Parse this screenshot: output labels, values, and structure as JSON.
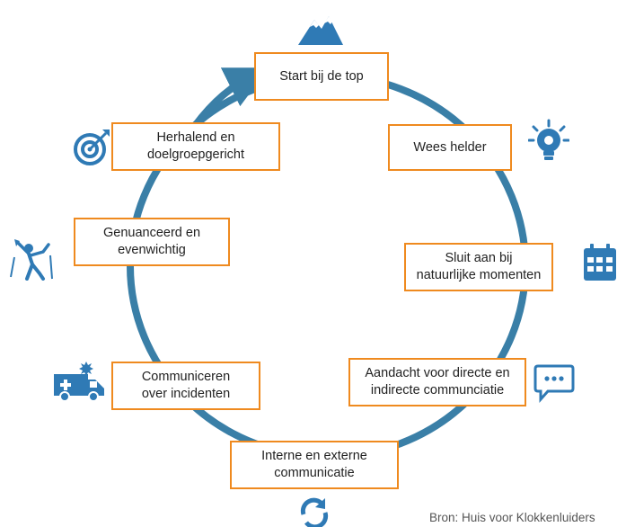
{
  "diagram": {
    "steps": [
      {
        "label": "Start bij de top",
        "icon": "mountain-icon"
      },
      {
        "label": "Wees helder",
        "icon": "lightbulb-gear-icon"
      },
      {
        "label": "Sluit aan bij\nnatuurlijke momenten",
        "icon": "calendar-icon"
      },
      {
        "label": "Aandacht voor directe en\nindirecte communciatie",
        "icon": "chat-bubble-icon"
      },
      {
        "label": "Interne en externe\ncommunicatie",
        "icon": "refresh-arrows-icon"
      },
      {
        "label": "Communiceren\nover incidenten",
        "icon": "ambulance-icon"
      },
      {
        "label": "Genuanceerd en\nevenwichtig",
        "icon": "climber-icon"
      },
      {
        "label": "Herhalend en\ndoelgroepgericht",
        "icon": "target-icon"
      }
    ],
    "source": "Bron: Huis voor Klokkenluiders",
    "colors": {
      "ring": "#3a7fa7",
      "box_border": "#ef8a1f",
      "icon": "#2f7ab5"
    }
  }
}
